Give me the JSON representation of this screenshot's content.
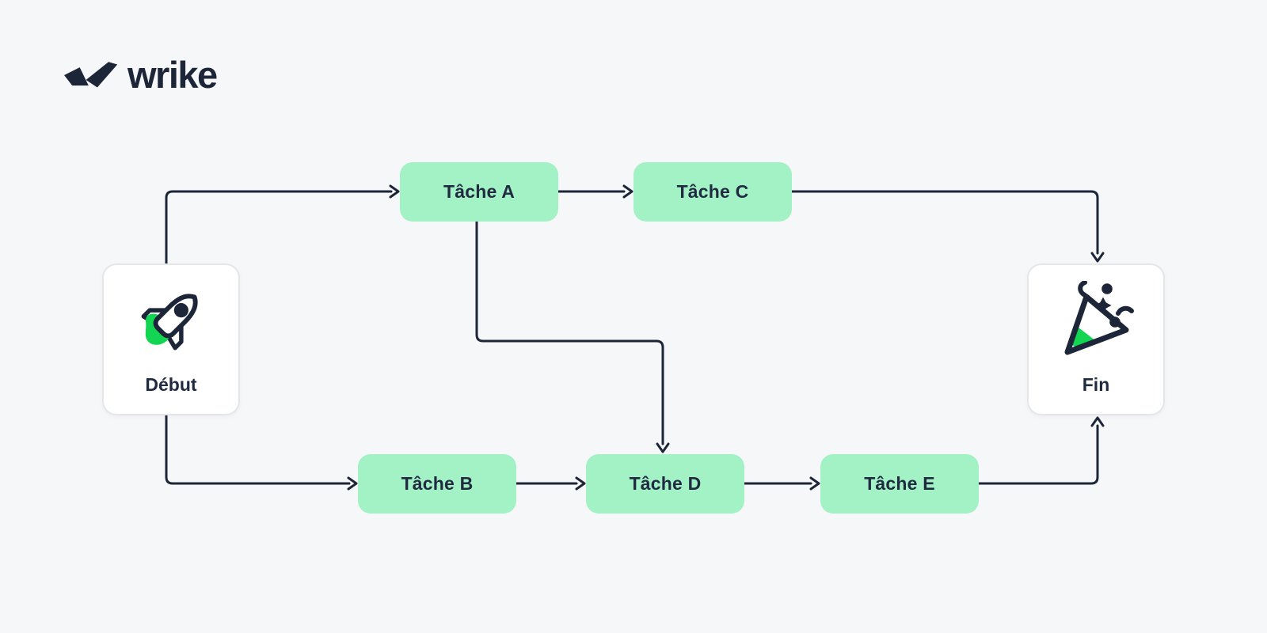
{
  "page": {
    "background_color": "#f6f7f9",
    "kind": "flowchart-illustration"
  },
  "brand": {
    "logo_text": "wrike",
    "logo_icon": "wrike-double-check-icon"
  },
  "colors": {
    "background": "#f6f7f9",
    "navy": "#1c2638",
    "mint": "#a3f2c5",
    "green": "#12d552",
    "card_border": "#e4e6ea",
    "card_bg": "#ffffff"
  },
  "diagram": {
    "start_node": {
      "id": "debut",
      "label": "Début",
      "icon": "rocket-icon"
    },
    "end_node": {
      "id": "fin",
      "label": "Fin",
      "icon": "party-popper-icon"
    },
    "task_nodes": [
      {
        "id": "tache-a",
        "label": "Tâche A"
      },
      {
        "id": "tache-b",
        "label": "Tâche B"
      },
      {
        "id": "tache-c",
        "label": "Tâche C"
      },
      {
        "id": "tache-d",
        "label": "Tâche D"
      },
      {
        "id": "tache-e",
        "label": "Tâche E"
      }
    ],
    "edges": [
      {
        "from": "Début",
        "to": "Tâche A"
      },
      {
        "from": "Début",
        "to": "Tâche B"
      },
      {
        "from": "Tâche A",
        "to": "Tâche C"
      },
      {
        "from": "Tâche A",
        "to": "Tâche D"
      },
      {
        "from": "Tâche B",
        "to": "Tâche D"
      },
      {
        "from": "Tâche D",
        "to": "Tâche E"
      },
      {
        "from": "Tâche C",
        "to": "Fin"
      },
      {
        "from": "Tâche E",
        "to": "Fin"
      }
    ]
  }
}
